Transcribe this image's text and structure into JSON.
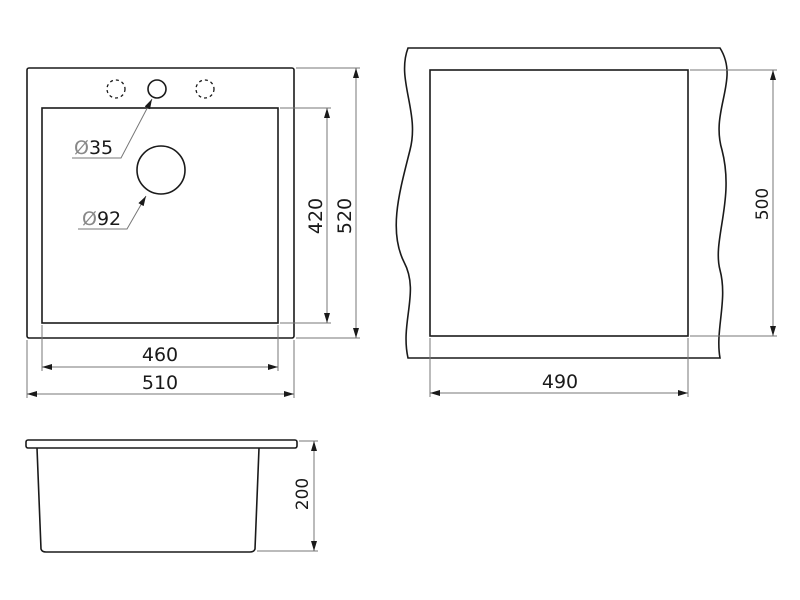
{
  "top_view": {
    "hole_small": {
      "symbol": "Ø",
      "value": "35"
    },
    "hole_large": {
      "symbol": "Ø",
      "value": "92"
    },
    "dim_inner_height": "420",
    "dim_outer_height": "520",
    "dim_inner_width": "460",
    "dim_outer_width": "510"
  },
  "cutout_view": {
    "dim_height": "500",
    "dim_width": "490"
  },
  "side_view": {
    "dim_depth": "200"
  }
}
